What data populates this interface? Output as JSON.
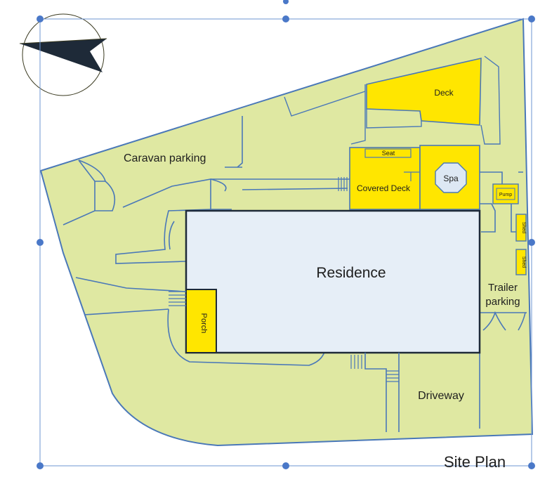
{
  "title": "Site Plan",
  "labels": {
    "caravan_parking": "Caravan parking",
    "residence": "Residence",
    "covered_deck": "Covered Deck",
    "deck": "Deck",
    "spa": "Spa",
    "seat": "Seat",
    "porch": "Porch",
    "trailer_line1": "Trailer",
    "trailer_line2": "parking",
    "driveway": "Driveway",
    "shed_top": "Shed",
    "shed_bottom": "Shed",
    "pump": "Pump"
  },
  "colors": {
    "lawn": "#dfe8a2",
    "building": "#e6eef7",
    "deck": "#ffe600",
    "outline": "#4a78b8",
    "handle": "#4a78c8",
    "compass_needle": "#1e2a38"
  },
  "icons": {
    "compass": "compass-rose-icon",
    "selection_handle": "selection-handle-icon"
  }
}
